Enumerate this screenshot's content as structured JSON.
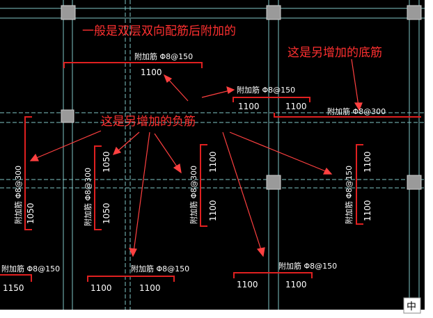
{
  "colors": {
    "background": "#000000",
    "grid": "#7fc6c6",
    "rebar": "#e02020",
    "text": "#ffffff",
    "annotation": "#ff3030",
    "column": "#9a9a9a"
  },
  "annotations": {
    "top_note": "一般是双层双向配筋后附加的",
    "bottom_rebar_note": "这是另增加的底筋",
    "negative_rebar_note": "这是另增加的负筋"
  },
  "labels": {
    "top_center": {
      "spec": "附加筋 Φ8@150",
      "length": "1100"
    },
    "top_middle": {
      "spec": "附加筋 Φ8@150",
      "left_len": "1100",
      "right_len": "1100"
    },
    "top_right": {
      "spec": "附加筋 Φ8@300"
    },
    "left_vertical": {
      "spec": "附加筋 Φ8@300",
      "length": "1050"
    },
    "mid_left_vertical": {
      "spec": "附加筋 Φ8@300",
      "top_len": "1050",
      "bottom_len": "1050"
    },
    "mid_center_vertical": {
      "spec": "附加筋 Φ8@300",
      "top_len": "1100",
      "bottom_len": "1100"
    },
    "mid_right_vertical": {
      "spec": "附加筋 Φ8@150",
      "top_len": "1100",
      "bottom_len": "1100"
    },
    "bottom_left": {
      "spec": "附加筋 Φ8@150",
      "length": "1150"
    },
    "bottom_mid": {
      "spec": "附加筋 Φ8@150",
      "left_len": "1100",
      "right_len": "1100"
    },
    "bottom_right": {
      "spec": "附加筋 Φ8@150",
      "left_len": "1100",
      "right_len": "1100"
    }
  },
  "corner_badge": "中"
}
